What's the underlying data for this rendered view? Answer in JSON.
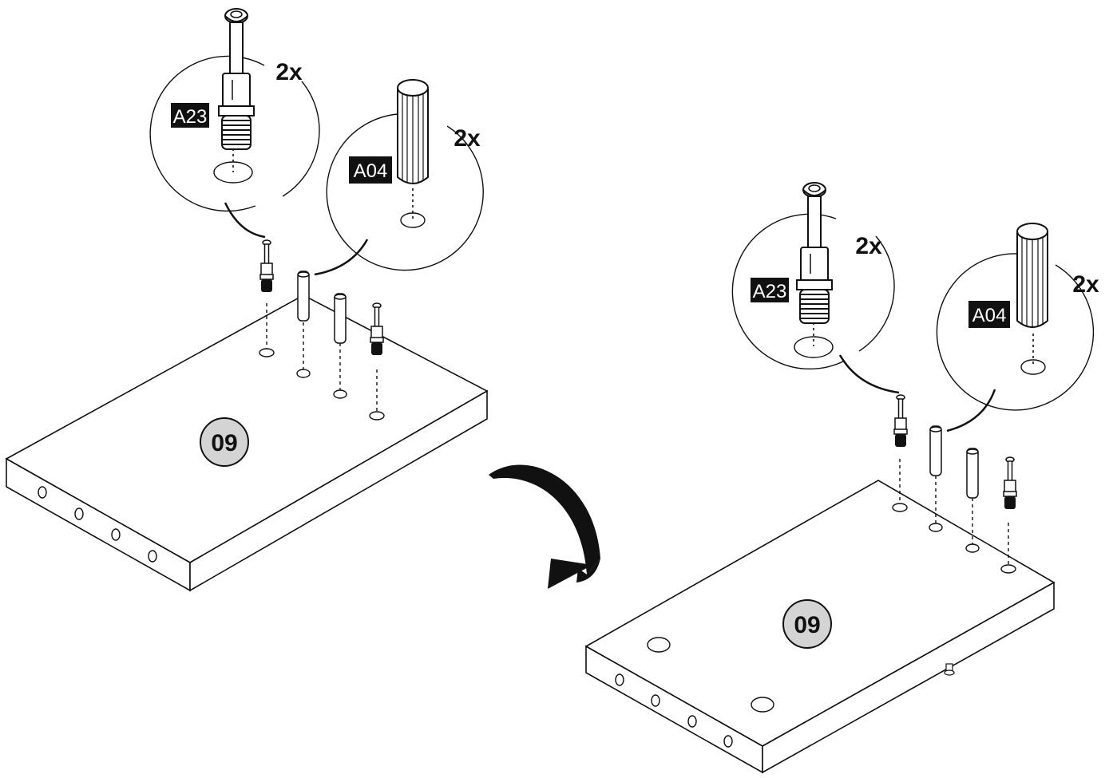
{
  "panel": {
    "part_number": "09"
  },
  "components": {
    "cam_bolt": {
      "code": "A23",
      "quantity": "2x"
    },
    "dowel": {
      "code": "A04",
      "quantity": "2x"
    }
  },
  "colors": {
    "line": "#111111",
    "label_bg": "#111111",
    "label_text": "#ffffff",
    "badge_fill": "#d4d4d4",
    "arrow": "#111111"
  }
}
